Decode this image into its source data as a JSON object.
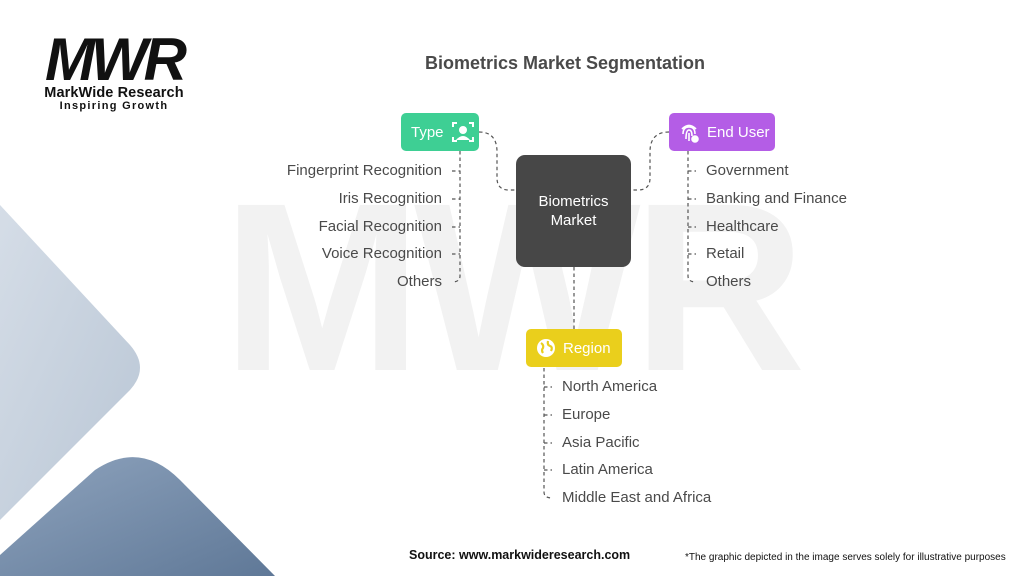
{
  "brand": {
    "logo_letters": "MWR",
    "name": "MarkWide Research",
    "tagline": "Inspiring Growth"
  },
  "title": "Biometrics Market Segmentation",
  "center": {
    "label": "Biometrics\nMarket"
  },
  "segments": {
    "type": {
      "label": "Type",
      "color": "#3ecf94",
      "icon": "face-scan-icon",
      "items": [
        "Fingerprint Recognition",
        "Iris Recognition",
        "Facial Recognition",
        "Voice Recognition",
        "Others"
      ]
    },
    "end_user": {
      "label": "End User",
      "color": "#b45de6",
      "icon": "fingerprint-icon",
      "items": [
        "Government",
        "Banking and Finance",
        "Healthcare",
        "Retail",
        "Others"
      ]
    },
    "region": {
      "label": "Region",
      "color": "#eacf1c",
      "icon": "globe-icon",
      "items": [
        "North America",
        "Europe",
        "Asia Pacific",
        "Latin America",
        "Middle East and Africa"
      ]
    }
  },
  "footer": {
    "source": "Source: www.markwideresearch.com",
    "disclaimer": "*The graphic depicted in the image serves solely for illustrative purposes"
  }
}
